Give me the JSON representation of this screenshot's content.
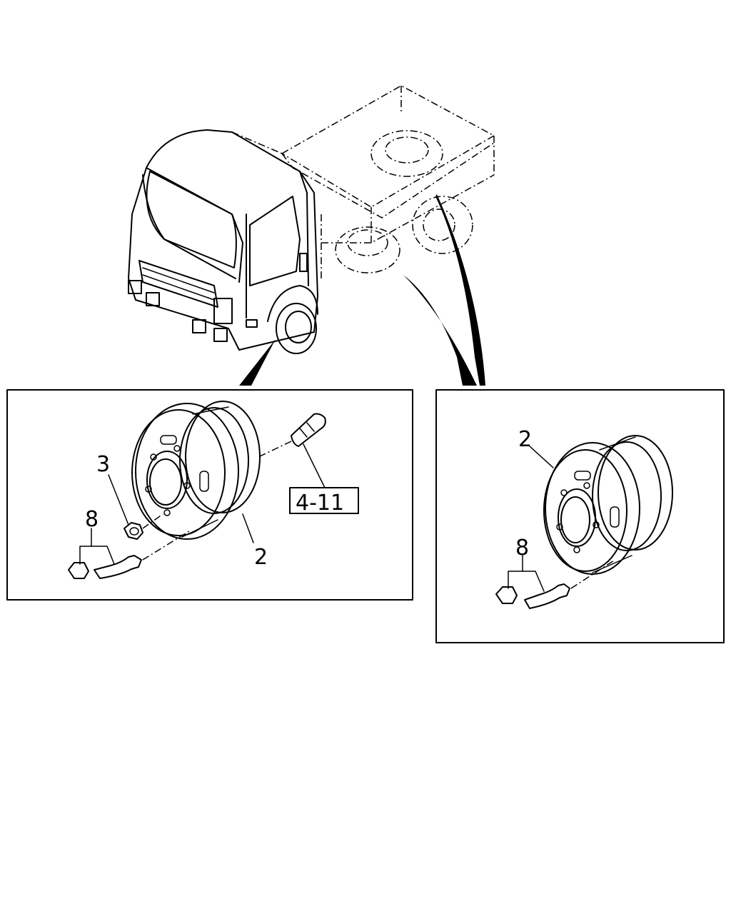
{
  "callouts": {
    "left_nut": "3",
    "left_valve": "8",
    "left_wheel": "2",
    "left_ref": "4-11",
    "right_wheel": "2",
    "right_valve": "8"
  }
}
